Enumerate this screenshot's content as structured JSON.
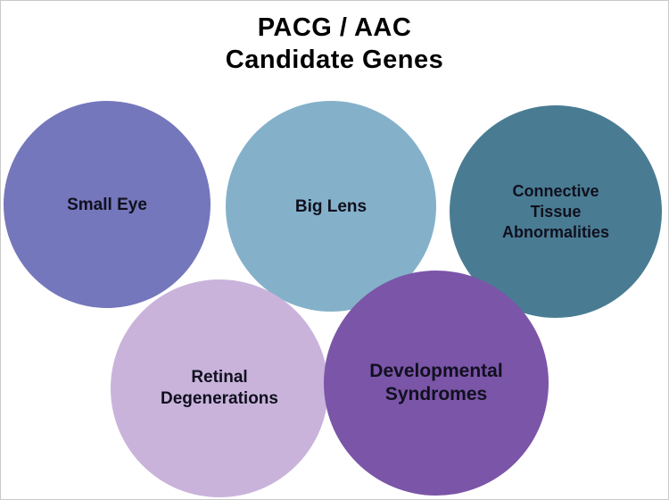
{
  "title": {
    "line1": "PACG / AAC",
    "line2": "Candidate Genes"
  },
  "circles": [
    {
      "id": "small-eye",
      "label": "Small Eye",
      "lines": [
        "Small Eye"
      ],
      "color": "#7477bb"
    },
    {
      "id": "big-lens",
      "label": "Big Lens",
      "lines": [
        "Big Lens"
      ],
      "color": "#84b1c9"
    },
    {
      "id": "connective-tissue-abnormalities",
      "label": "Connective Tissue Abnormalities",
      "lines": [
        "Connective",
        "Tissue",
        "Abnormalities"
      ],
      "color": "#497c93"
    },
    {
      "id": "retinal-degenerations",
      "label": "Retinal Degenerations",
      "lines": [
        "Retinal",
        "Degenerations"
      ],
      "color": "#c9b3db"
    },
    {
      "id": "developmental-syndromes",
      "label": "Developmental Syndromes",
      "lines": [
        "Developmental",
        "Syndromes"
      ],
      "color": "#7b55a8"
    }
  ],
  "colors": {
    "background": "#ffffff",
    "text": "#10101e",
    "title_text": "#000000"
  }
}
